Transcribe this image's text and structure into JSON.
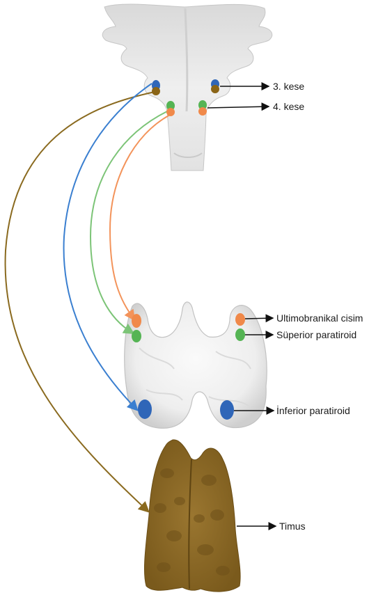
{
  "labels": {
    "pouch3": "3. kese",
    "pouch4": "4. kese",
    "ultimobranchial": "Ultimobranikal cisim",
    "superior_parathyroid": "Süperior paratiroid",
    "inferior_parathyroid": "İnferior paratiroid",
    "thymus": "Timus"
  },
  "colors": {
    "blue": "#2f66b8",
    "brown": "#8a6416",
    "green": "#55b454",
    "orange": "#f0894a",
    "blue_line": "#3a7fd0",
    "green_line": "#7cc477",
    "orange_line": "#f3935a",
    "brown_line": "#8a6a1f",
    "tissue_light": "#f2f2f2",
    "tissue_dark": "#c9c9c9",
    "thymus_fill": "#8c6a24",
    "thymus_dark": "#5e4412"
  }
}
